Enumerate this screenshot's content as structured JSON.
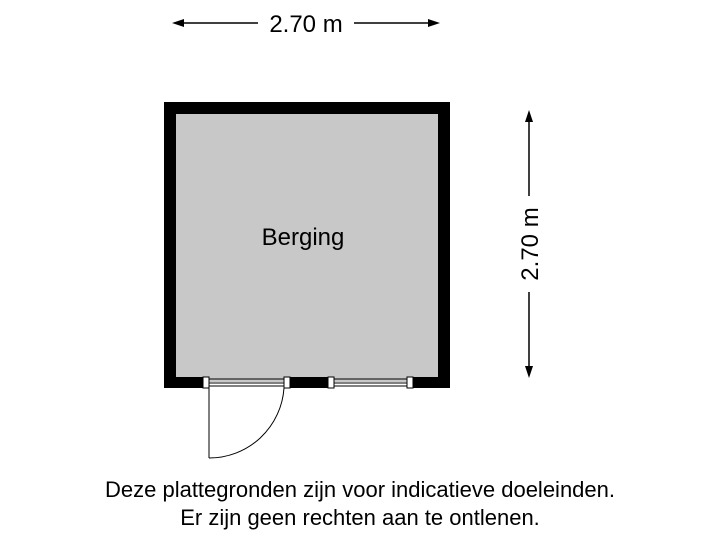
{
  "dimensions": {
    "width_label": "2.70 m",
    "height_label": "2.70 m"
  },
  "room": {
    "name": "Berging"
  },
  "disclaimer": {
    "line1": "Deze plattegronden zijn voor indicatieve doeleinden.",
    "line2": "Er zijn geen rechten aan te ontlenen."
  },
  "colors": {
    "wall": "#000000",
    "floor": "#c8c8c8",
    "line": "#000000"
  }
}
